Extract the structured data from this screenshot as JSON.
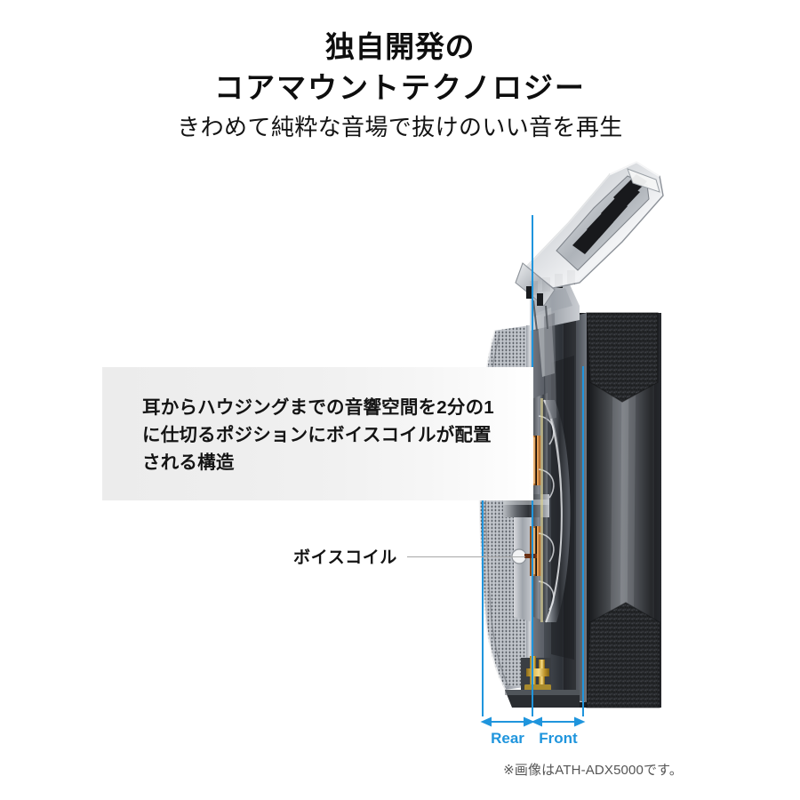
{
  "heading": {
    "line1": "独自開発の",
    "line2": "コアマウントテクノロジー",
    "line3": "きわめて純粋な音場で抜けのいい音を再生"
  },
  "callout": {
    "text": "耳からハウジングまでの音響空間を2分の1に仕切るポジションにボイスコイルが配置される構造"
  },
  "annotation": {
    "voice_coil_label": "ボイスコイル"
  },
  "dimension_bar": {
    "rear_label": "Rear",
    "front_label": "Front"
  },
  "caption": {
    "text": "※画像はATH-ADX5000です。"
  },
  "colors": {
    "accent_blue": "#1f95dd",
    "text_dark": "#111111",
    "caption_gray": "#555555",
    "panel_gray": "#ececec",
    "leader_gray": "#a8a8a8"
  },
  "product_image": {
    "subject": "headphone-driver-cross-section",
    "parts": [
      "detachable-cable-connector",
      "rear-mesh-grille",
      "magnet-assembly",
      "voice-coil",
      "diaphragm",
      "earpad-cushion"
    ]
  }
}
